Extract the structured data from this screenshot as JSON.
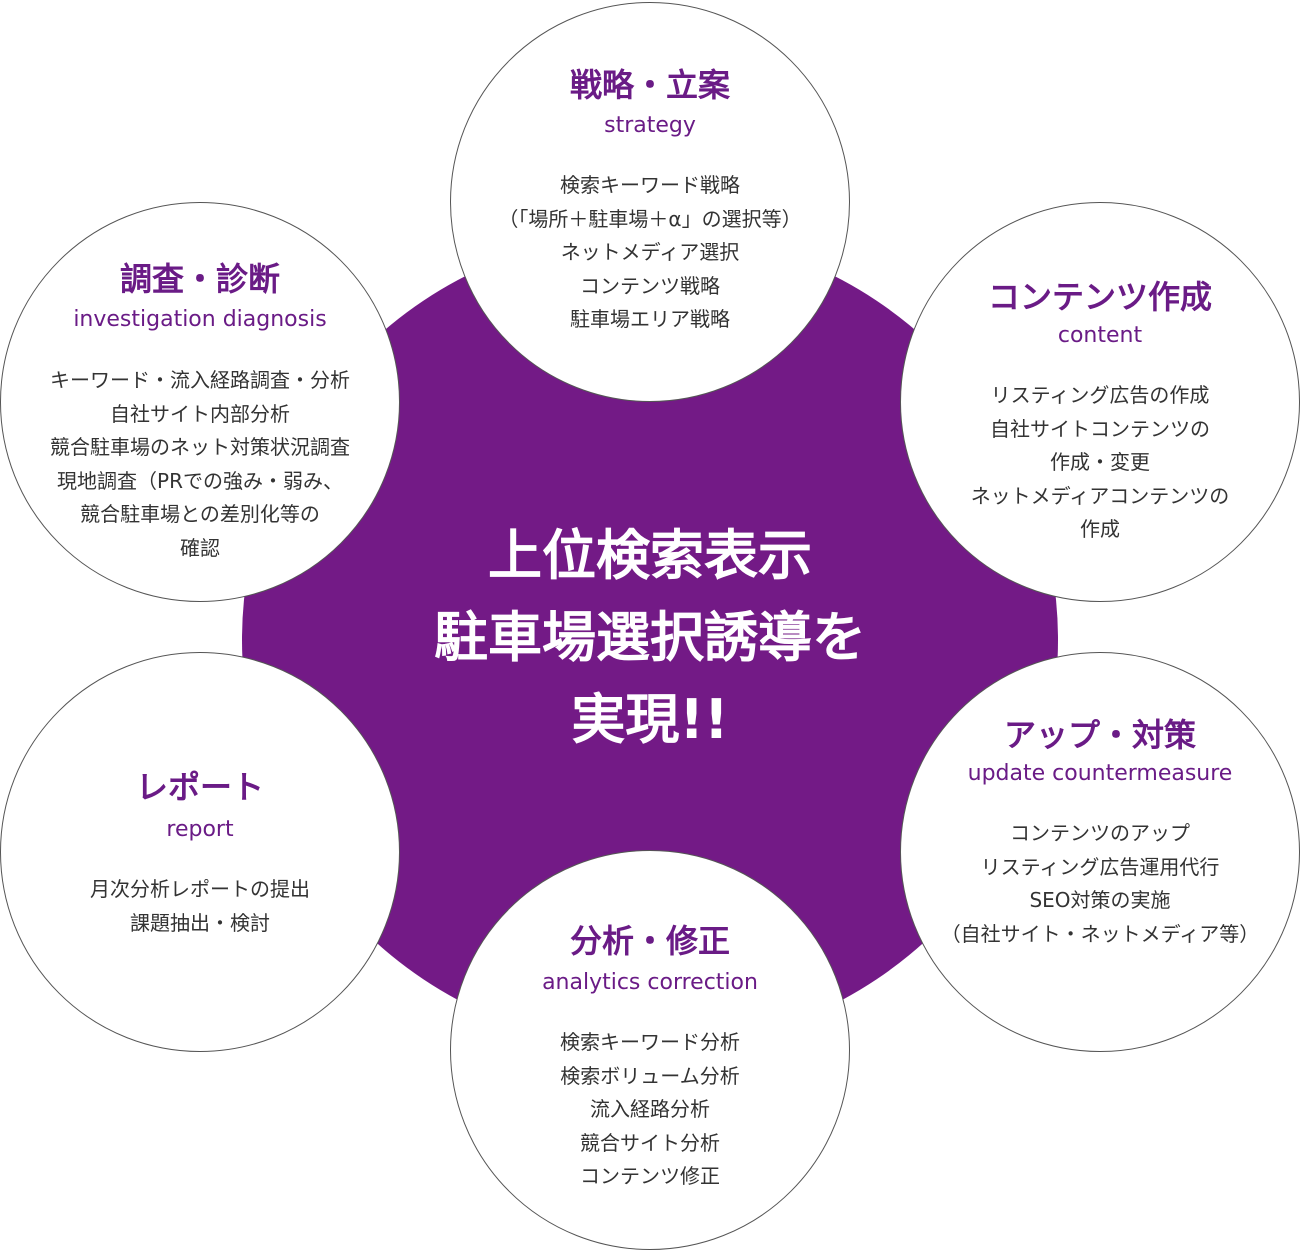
{
  "center": {
    "lines": [
      "上位検索表示",
      "駐車場選択誘導を",
      "実現!!"
    ]
  },
  "nodes": {
    "strategy": {
      "title": "戦略・立案",
      "subtitle": "strategy",
      "lines": [
        "検索キーワード戦略",
        "（「場所＋駐車場＋α」の選択等）",
        "ネットメディア選択",
        "コンテンツ戦略",
        "駐車場エリア戦略"
      ]
    },
    "content": {
      "title": "コンテンツ作成",
      "subtitle": "content",
      "lines": [
        "リスティング広告の作成",
        "自社サイトコンテンツの",
        "作成・変更",
        "ネットメディアコンテンツの",
        "作成"
      ]
    },
    "update": {
      "title": "アップ・対策",
      "subtitle": "update countermeasure",
      "lines": [
        "コンテンツのアップ",
        "リスティング広告運用代行",
        "SEO対策の実施",
        "（自社サイト・ネットメディア等）"
      ]
    },
    "analytics": {
      "title": "分析・修正",
      "subtitle": "analytics correction",
      "lines": [
        "検索キーワード分析",
        "検索ボリューム分析",
        "流入経路分析",
        "競合サイト分析",
        "コンテンツ修正"
      ]
    },
    "report": {
      "title": "レポート",
      "subtitle": "report",
      "lines": [
        "月次分析レポートの提出",
        "課題抽出・検討"
      ]
    },
    "investigation": {
      "title": "調査・診断",
      "subtitle": "investigation diagnosis",
      "lines": [
        "キーワード・流入経路調査・分析",
        "自社サイト内部分析",
        "競合駐車場のネット対策状況調査",
        "現地調査（PRでの強み・弱み、",
        "競合駐車場との差別化等の",
        "確認"
      ]
    }
  },
  "colors": {
    "hub": "#731A86",
    "accent": "#6A1B86",
    "body_text": "#333333"
  }
}
